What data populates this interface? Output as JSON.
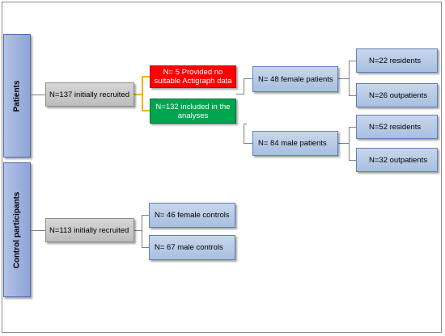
{
  "groups": {
    "patients": "Patients",
    "controls": "Control participants"
  },
  "patients": {
    "recruited": "N=137 initially recruited",
    "excluded": "N= 5 Provided no suitable Actigraph data",
    "included": "N=132 included in the analyses",
    "female": "N= 48 female patients",
    "male": "N= 84 male patients",
    "female_residents": "N=22 residents",
    "female_outpatients": "N=26 outpatients",
    "male_residents": "N=52 residents",
    "male_outpatients": "N=32 outpatients"
  },
  "controls": {
    "recruited": "N=113 initially recruited",
    "female": "N= 46 female controls",
    "male": "N= 67 male controls"
  },
  "colors": {
    "excluded_box": "#ff0000",
    "included_box": "#00a54f",
    "recruited_box": "#bdbdbd",
    "subgroup_box": "#a8bfe0",
    "connector_patients": "#f0b400"
  }
}
